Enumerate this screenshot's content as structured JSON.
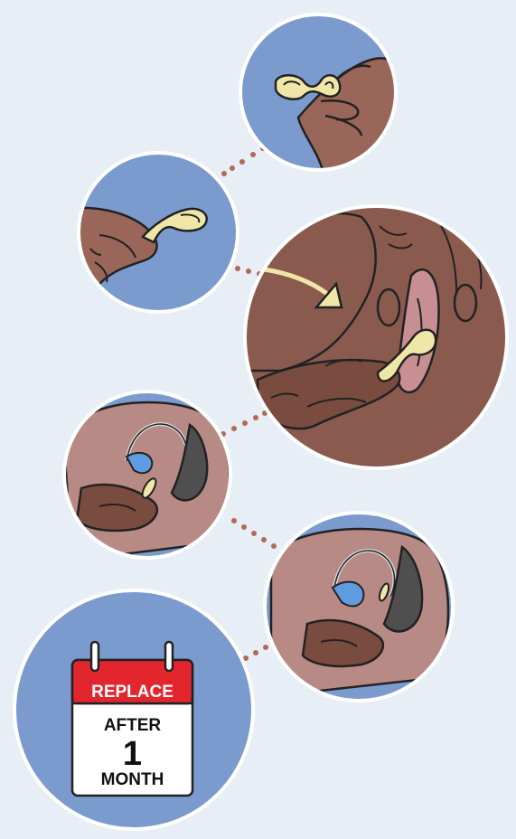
{
  "calendar": {
    "header": "REPLACE",
    "line1": "AFTER",
    "number": "1",
    "line2": "MONTH"
  },
  "colors": {
    "background": "#e8eef6",
    "circle_bg": "#7b9bcf",
    "skin_dark": "#8a5a4e",
    "skin_light": "#b88a86",
    "ring": "#efe6a8",
    "dots": "#b06a5a",
    "calendar_red": "#e3262d",
    "uterus_blue": "#5f9be0",
    "rectum_gray": "#4f4f4f"
  },
  "steps": [
    {
      "icon": "hand-squeezing-ring-icon"
    },
    {
      "icon": "hand-twisting-ring-icon"
    },
    {
      "icon": "ring-insertion-icon"
    },
    {
      "icon": "ring-cross-section-insert-icon"
    },
    {
      "icon": "ring-cross-section-placed-icon"
    },
    {
      "icon": "calendar-icon"
    }
  ]
}
